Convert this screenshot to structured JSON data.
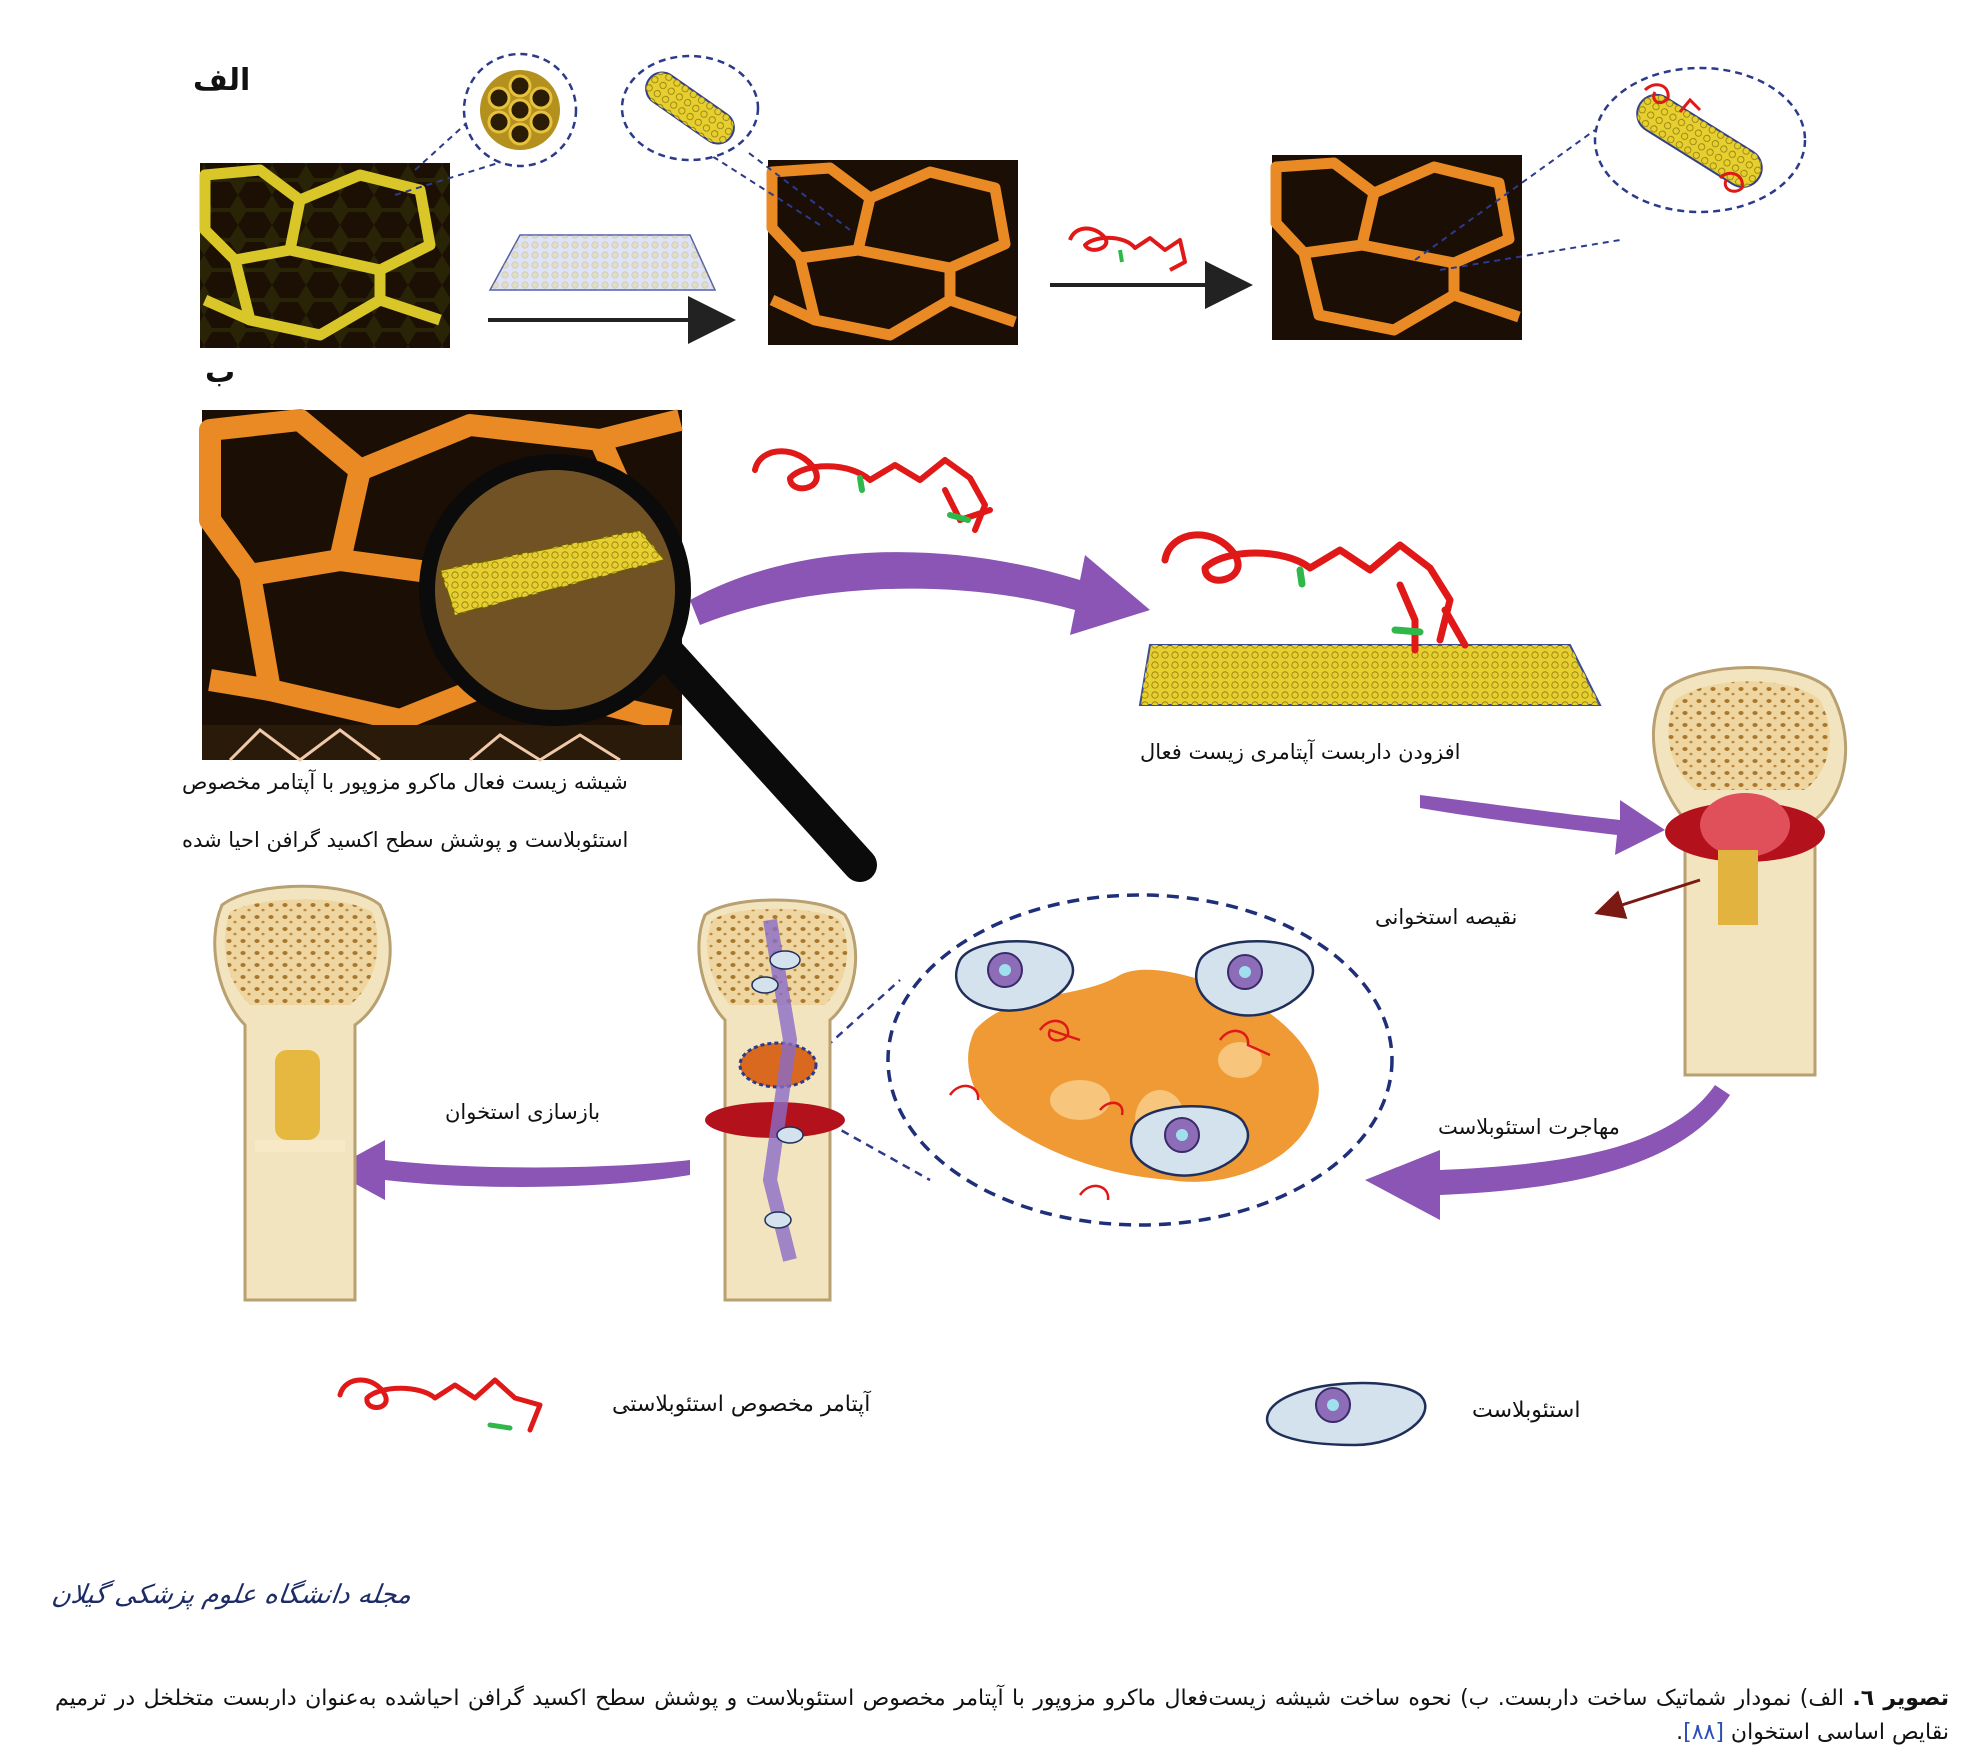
{
  "panels": {
    "a_label": "الف",
    "b_label": "ب"
  },
  "labels": {
    "bioactive_glass_line1": "شیشه زیست فعال ماکرو مزوپور با آپتامر مخصوص",
    "bioactive_glass_line2": "استئوبلاست و پوشش سطح اکسید گرافن احیا شده",
    "add_aptamer_scaffold": "افزودن داربست آپتامری زیست فعال",
    "bone_defect": "نقیصه استخوانی",
    "osteoblast_migration": "مهاجرت استئوبلاست",
    "bone_remodeling": "بازسازی استخوان"
  },
  "legend": {
    "aptamer": "آپتامر مخصوص استئوبلاستی",
    "osteoblast": "استئوبلاست"
  },
  "journal": {
    "name": "مجله دانشگاه علوم پزشکی گیلان"
  },
  "caption": {
    "prefix": "تصویر ٦.",
    "text": " الف) نمودار شماتیک ساخت داربست. ب) نحوه ساخت شیشه زیست‌فعال ماکرو مزوپور با آپتامر مخصوص استئوبلاست و پوشش سطح اکسید گرافن احیاشده به‌عنوان داربست متخلخل در ترمیم نقایص اساسی استخوان ",
    "reference": "[٨٨]",
    "suffix": "."
  },
  "colors": {
    "scaffold_yellow": "#d9c629",
    "scaffold_orange": "#e98a24",
    "pore_dark": "#1a0e05",
    "aptamer_red": "#e01818",
    "aptamer_green": "#2fb84a",
    "arrow_purple": "#8a55b4",
    "dashed_blue": "#2b3a8a",
    "bone_beige": "#efd9a8",
    "cell_body": "#d4e2ee",
    "blood_red": "#b3121c"
  }
}
